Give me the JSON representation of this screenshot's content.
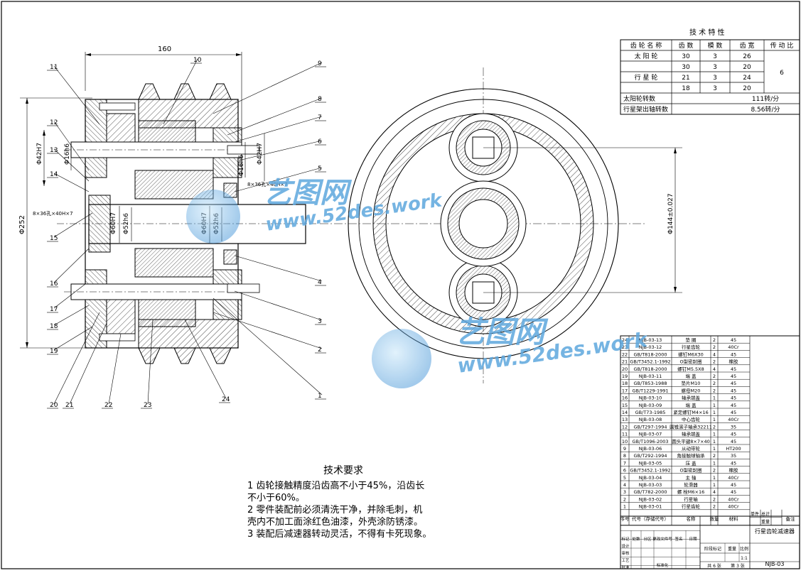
{
  "drawing": {
    "dimensions": {
      "overall_width": "160",
      "outer_diameter": "Φ252",
      "bore_left_top": "Φ42H7",
      "bore_left_inner": "Φ16h6",
      "bore_right_top": "Φ42H7",
      "bore_right_inner": "Φ16h6",
      "shaft_left_1": "Φ60H7",
      "shaft_left_2": "Φ52h6",
      "shaft_right_1": "Φ60H7",
      "shaft_right_2": "Φ52h6",
      "key_left": "8×36孔×40H×7",
      "key_right": "8×36孔×40H×7",
      "right_view_dim": "Φ144±0.027"
    },
    "callouts": [
      "1",
      "2",
      "3",
      "4",
      "5",
      "6",
      "7",
      "8",
      "9",
      "10",
      "11",
      "12",
      "13",
      "14",
      "15",
      "16",
      "17",
      "18",
      "19",
      "20",
      "21",
      "22",
      "23",
      "24"
    ]
  },
  "tech_table": {
    "title": "技 术 特 性",
    "headers": [
      "齿 轮 名 称",
      "齿 数",
      "模 数",
      "齿 宽",
      "传 动 比"
    ],
    "rows": [
      [
        "太 阳 轮",
        "30",
        "3",
        "26",
        ""
      ],
      [
        "",
        "30",
        "3",
        "20",
        ""
      ],
      [
        "行 星 轮",
        "21",
        "3",
        "24",
        ""
      ],
      [
        "",
        "18",
        "3",
        "20",
        ""
      ]
    ],
    "ratio": "6",
    "speed_rows": [
      [
        "太阳轮转数",
        "111转/分"
      ],
      [
        "行星架出轴转数",
        "8.56转/分"
      ]
    ]
  },
  "requirements": {
    "title": "技术要求",
    "lines": [
      "1 齿轮接触精度沿齿高不小于45%，沿齿长",
      "不小于60%。",
      "2 零件装配前必须清洗干净，并除毛刺，机",
      "壳内不加工面涂红色油漆，外壳涂防锈漆。",
      "3 装配后减速器转动灵活，不得有卡死现象。"
    ]
  },
  "bom": {
    "rows": [
      [
        "24",
        "NJB-03-13",
        "垫 圈",
        "2",
        "45"
      ],
      [
        "23",
        "NJB-03-12",
        "行星齿轮",
        "2",
        "40Cr"
      ],
      [
        "22",
        "GB/T818-2000",
        "螺钉M6X30",
        "4",
        "45"
      ],
      [
        "21",
        "GB/T3452.1-1992",
        "O型密封圈",
        "2",
        "橡胶"
      ],
      [
        "20",
        "GB/T818-2000",
        "螺钉M5.5X8",
        "4",
        "45"
      ],
      [
        "19",
        "NJB-03-11",
        "端 盖",
        "2",
        "45"
      ],
      [
        "18",
        "GB/T853-1988",
        "垫片M10",
        "2",
        "45"
      ],
      [
        "17",
        "GB/T1229-1991",
        "螺母M20",
        "2",
        "45"
      ],
      [
        "16",
        "NJB-03-10",
        "轴承端盖",
        "1",
        "45"
      ],
      [
        "15",
        "NJB-03-09",
        "端 盖",
        "1",
        "45"
      ],
      [
        "14",
        "GB/T73-1985",
        "紧定螺钉M4×16",
        "1",
        "45"
      ],
      [
        "13",
        "NJB-03-08",
        "中心齿轮",
        "1",
        "40Cr"
      ],
      [
        "12",
        "GB/T297-1994",
        "圆锥滚子轴承32211",
        "2",
        "35"
      ],
      [
        "11",
        "NJB-03-07",
        "轴承端盖",
        "1",
        "45"
      ],
      [
        "10",
        "GB/T1096-2003",
        "圆头平键8×7×40",
        "1",
        "45"
      ],
      [
        "9",
        "NJB-03-06",
        "从动带轮",
        "1",
        "HT200"
      ],
      [
        "8",
        "GB/T292-1994",
        "角接触球轴承",
        "2",
        "35"
      ],
      [
        "7",
        "NJB-03-05",
        "压 盖",
        "1",
        "45"
      ],
      [
        "6",
        "GB/T3452.1-1992",
        "O型密封圈",
        "2",
        "橡胶"
      ],
      [
        "5",
        "NJB-03-04",
        "主 轴",
        "1",
        "40Cr"
      ],
      [
        "4",
        "NJB-03-03",
        "轮滑器",
        "1",
        "45"
      ],
      [
        "3",
        "GB/T782-2000",
        "螺 栓M6×16",
        "4",
        "45"
      ],
      [
        "2",
        "NJB-03-02",
        "行星轴",
        "2",
        "40Cr"
      ],
      [
        "1",
        "NJB-03-01",
        "行星齿轮",
        "2",
        "40Cr"
      ]
    ],
    "header": {
      "seq": "序号",
      "code": "代号（存储代号）",
      "name": "名称",
      "qty": "数量",
      "material": "材料",
      "single": "单件",
      "total": "总计",
      "weight": "重量",
      "note": "备注"
    }
  },
  "title_block": {
    "drawing_name": "行星齿轮减速器",
    "drawing_no": "NJB-03",
    "mark_cols": [
      "标记",
      "处数",
      "分区",
      "更改文件号",
      "签名",
      "日期"
    ],
    "stage_label": "阶段标记",
    "weight_label": "重量",
    "scale_label": "比例",
    "scale": "1:1",
    "sheets": "共 6 张",
    "sheet_no": "第 3 张",
    "roles": [
      "设计",
      "审核",
      "工艺",
      "批准"
    ],
    "standard": "标准化"
  },
  "watermark": {
    "brand": "艺图网",
    "url": "www.52des.work"
  }
}
